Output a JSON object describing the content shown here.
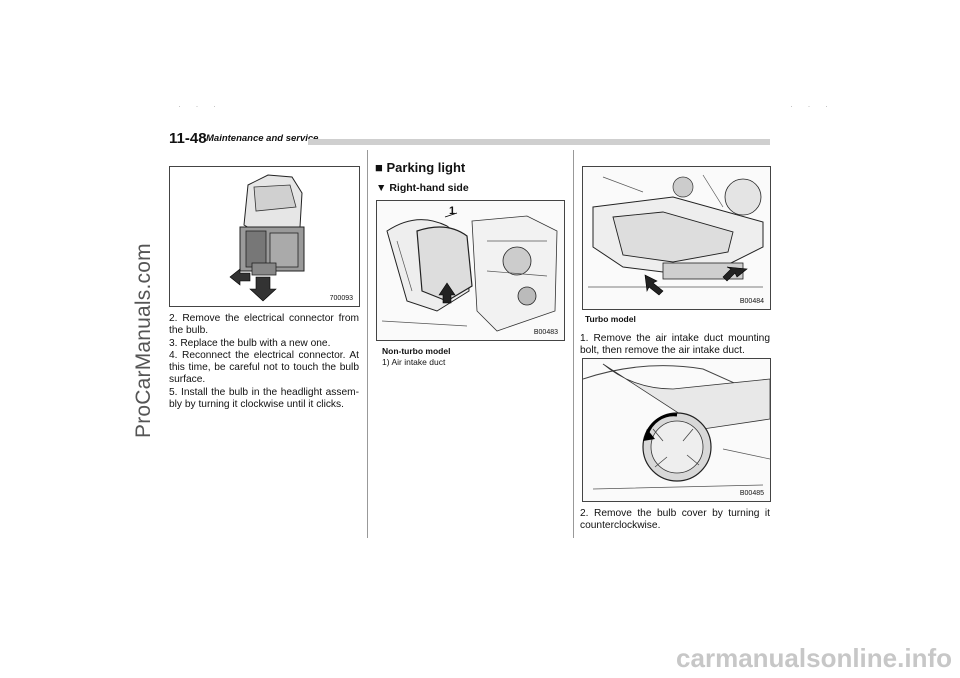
{
  "header": {
    "page_number": "11-48",
    "section_title": "Maintenance and service"
  },
  "left_column": {
    "figure_code": "700093",
    "steps": [
      "2. Remove the electrical connector from the bulb.",
      "3. Replace the bulb with a new one.",
      "4. Reconnect the electrical connector. At this time, be careful not to touch the bulb surface.",
      "5. Install the bulb in the headlight assem-bly by turning it clockwise until it clicks."
    ]
  },
  "middle_column": {
    "heading_marker": "■",
    "heading": "Parking light",
    "subheading_marker": "▼",
    "subheading": "Right-hand side",
    "figure_code": "B00483",
    "callout_number": "1",
    "caption_title": "Non-turbo model",
    "caption_item": "1)  Air intake duct"
  },
  "right_column": {
    "figure1_code": "B00484",
    "figure1_caption": "Turbo model",
    "step1": "1. Remove the air intake duct mounting bolt, then remove the air intake duct.",
    "figure2_code": "B00485",
    "step2": "2. Remove the bulb cover by turning it counterclockwise."
  },
  "watermarks": {
    "side": "ProCarManuals.com",
    "bottom": "carmanualsonline.info"
  }
}
